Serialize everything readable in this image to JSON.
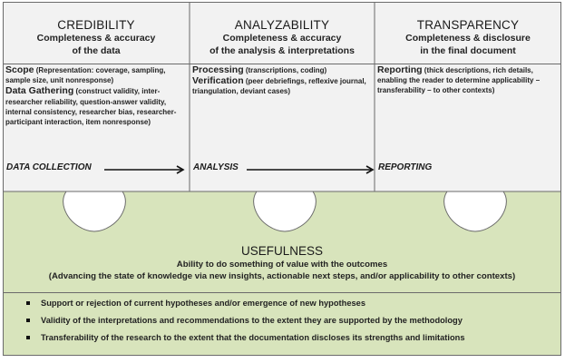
{
  "colors": {
    "top_fill": "#f2f2f2",
    "bottom_fill": "#d8e4bc",
    "border": "#6b6b6b",
    "text": "#1a1a1a"
  },
  "columns": [
    {
      "title": "CREDIBILITY",
      "subtitle_lines": [
        "Completeness & accuracy",
        "of the data"
      ],
      "items": [
        {
          "lead": "Scope",
          "detail": " (Representation: coverage, sampling, sample size, unit nonresponse)"
        },
        {
          "lead": "Data Gathering",
          "detail": " (construct validity, inter-researcher reliability, question-answer validity, internal consistency, researcher bias, researcher-participant interaction, item nonresponse)"
        }
      ],
      "stage": "DATA COLLECTION"
    },
    {
      "title": "ANALYZABILITY",
      "subtitle_lines": [
        "Completeness & accuracy",
        "of the analysis & interpretations"
      ],
      "items": [
        {
          "lead": "Processing",
          "detail": " (transcriptions, coding)"
        },
        {
          "lead": "Verification",
          "detail": " (peer debriefings, reflexive journal, triangulation, deviant cases)"
        }
      ],
      "stage": "ANALYSIS"
    },
    {
      "title": "TRANSPARENCY",
      "subtitle_lines": [
        "Completeness & disclosure",
        "in the final document"
      ],
      "items": [
        {
          "lead": "Reporting",
          "detail": " (thick descriptions, rich details, enabling the reader to determine applicability – transferability – to other contexts)"
        }
      ],
      "stage": "REPORTING"
    }
  ],
  "usefulness": {
    "title": "USEFULNESS",
    "subtitle": "Ability to do something of value with the outcomes",
    "note": "(Advancing the state of knowledge via new insights, actionable next steps, and/or applicability to other contexts)",
    "bullets": [
      "Support or rejection of current hypotheses and/or emergence of new hypotheses",
      "Validity of the interpretations and recommendations to the extent they are supported by the methodology",
      "Transferability of the research to the extent that the documentation discloses its strengths and limitations"
    ]
  }
}
